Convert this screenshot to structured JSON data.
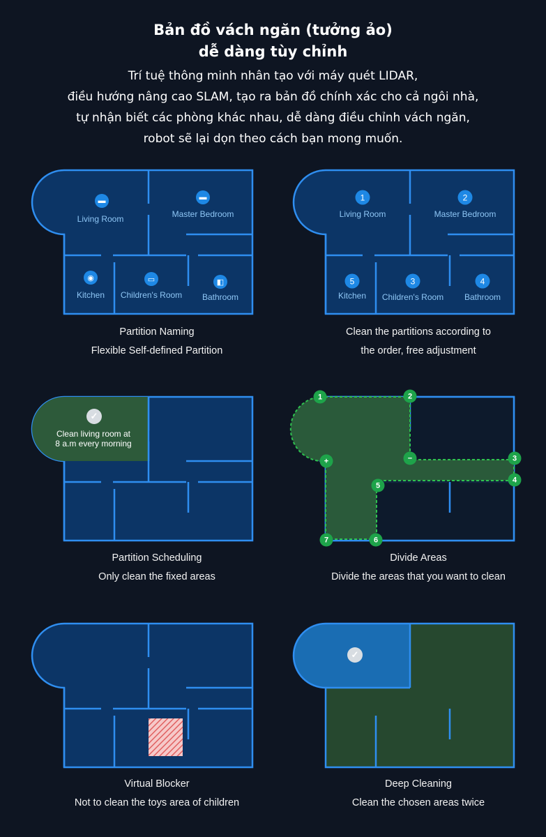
{
  "header": {
    "title_line1": "Bản đồ vách ngăn (tưởng ảo)",
    "title_line2": "dễ dàng tùy chỉnh",
    "desc_line1": "Trí tuệ thông minh nhân tạo với máy quét LIDAR,",
    "desc_line2": "điều hướng nâng cao SLAM, tạo ra bản đồ chính xác cho cả ngôi nhà,",
    "desc_line3": "tự nhận biết các phòng khác nhau, dễ dàng điều chỉnh vách ngăn,",
    "desc_line4": "robot sẽ lại dọn theo cách bạn mong muốn."
  },
  "rooms": {
    "living": "Living Room",
    "master": "Master Bedroom",
    "kitchen": "Kitchen",
    "children": "Children's Room",
    "bathroom": "Bathroom"
  },
  "order": {
    "living": "1",
    "master": "2",
    "children": "3",
    "bathroom": "4",
    "kitchen": "5"
  },
  "panels": {
    "naming": {
      "line1": "Partition Naming",
      "line2": "Flexible Self-defined Partition"
    },
    "order": {
      "line1": "Clean the partitions according to",
      "line2": "the order, free adjustment"
    },
    "schedule": {
      "line1": "Partition Scheduling",
      "line2": "Only clean the fixed areas",
      "note1": "Clean living room at",
      "note2": "8 a.m every morning"
    },
    "divide": {
      "line1": "Divide Areas",
      "line2": "Divide the areas that you want to clean",
      "points": [
        "1",
        "2",
        "3",
        "4",
        "5",
        "6",
        "7"
      ],
      "plus": "+",
      "minus": "−"
    },
    "blocker": {
      "line1": "Virtual Blocker",
      "line2": "Not to clean the toys area of children"
    },
    "deep": {
      "line1": "Deep Cleaning",
      "line2": "Clean the chosen areas twice"
    }
  },
  "colors": {
    "background": "#0e1522",
    "wall": "#2f8ef0",
    "fill": "#0c3566",
    "green": "#1ea34a",
    "greenfill": "#2a5a3a"
  }
}
